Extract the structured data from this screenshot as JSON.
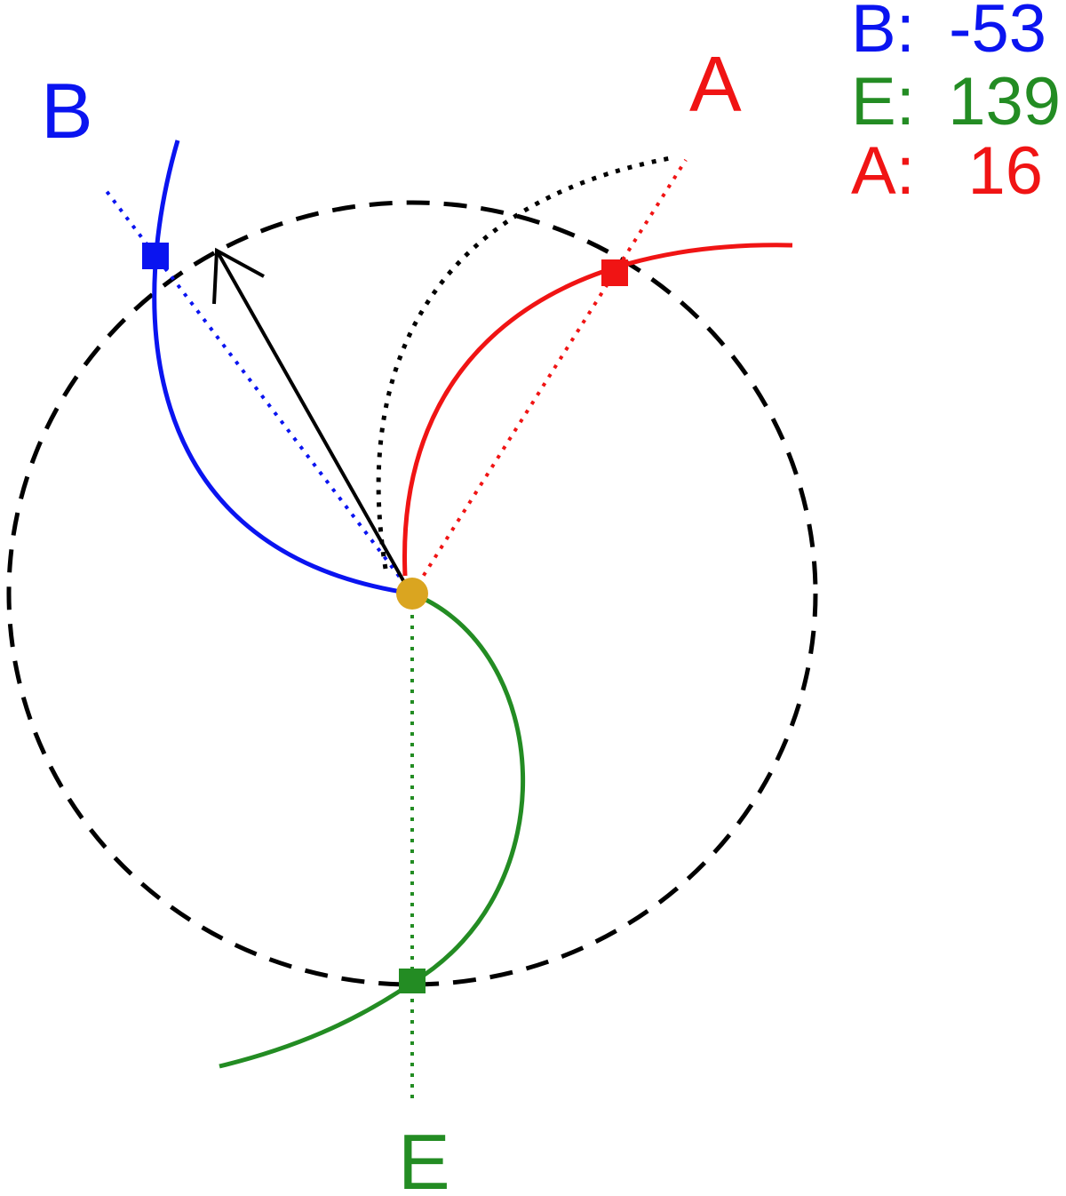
{
  "labels": {
    "b": "B",
    "a": "A",
    "e": "E"
  },
  "legend": [
    {
      "key": "B:",
      "value": "-53",
      "color": "#0a14f0"
    },
    {
      "key": "E:",
      "value": "139",
      "color": "#238c23"
    },
    {
      "key": "A:",
      "value": "16",
      "color": "#f01414"
    }
  ],
  "colors": {
    "b": "#0a14f0",
    "a": "#f01414",
    "e": "#238c23",
    "center": "#daa520",
    "ellipse": "#000000",
    "arrow": "#000000"
  }
}
